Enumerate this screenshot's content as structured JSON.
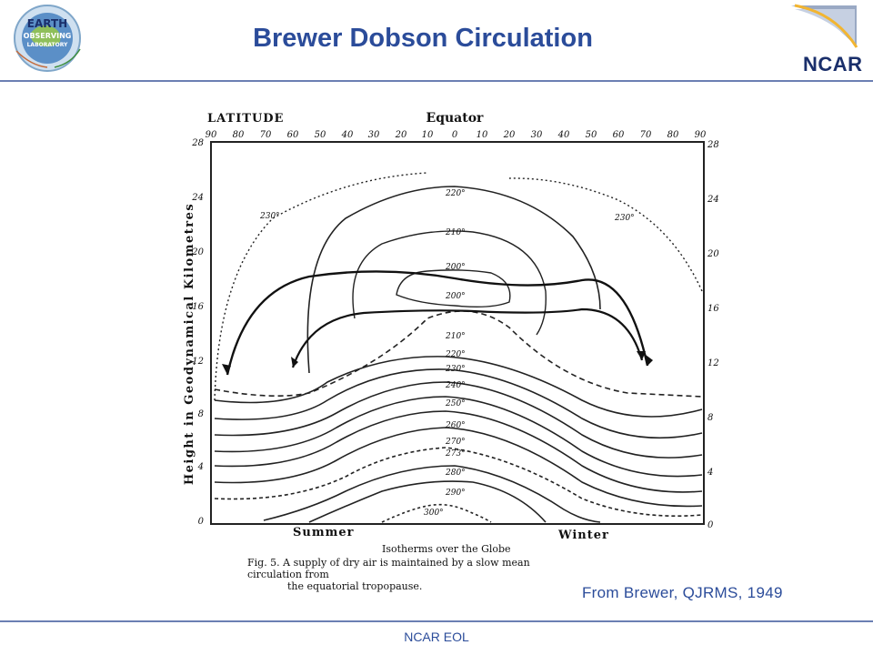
{
  "slide": {
    "title": "Brewer Dobson Circulation",
    "citation": "From Brewer, QJRMS, 1949",
    "footer": "NCAR EOL"
  },
  "logos": {
    "left": {
      "line1": "EARTH",
      "line2": "OBSERVING",
      "line3": "LABORATORY",
      "icon": "globe-icon"
    },
    "right": {
      "text": "NCAR",
      "icon": "ncar-swoosh-icon"
    }
  },
  "figure": {
    "top_left_label": "LATITUDE",
    "top_center_label": "Equator",
    "latitude_ticks": [
      "90",
      "80",
      "70",
      "60",
      "50",
      "40",
      "30",
      "20",
      "10",
      "0",
      "10",
      "20",
      "30",
      "40",
      "50",
      "60",
      "70",
      "80",
      "90"
    ],
    "height_ticks_left": [
      "28",
      "24",
      "20",
      "16",
      "12",
      "8",
      "4",
      "0"
    ],
    "height_ticks_right": [
      "28",
      "24",
      "20",
      "16",
      "12",
      "8",
      "4",
      "0"
    ],
    "y_axis_label": "Height in Geodynamical Kilometres",
    "summer_label": "Summer",
    "winter_label": "Winter",
    "isotherm_title": "Isotherms over the Globe",
    "caption_line1": "Fig. 5.  A supply of dry air is maintained by a slow mean circulation from",
    "caption_line2": "the equatorial tropopause.",
    "isotherm_labels": [
      "220°",
      "210°",
      "200°",
      "200°",
      "210°",
      "220°",
      "230°",
      "240°",
      "250°",
      "260°",
      "270°",
      "273°",
      "280°",
      "290°",
      "300°",
      "230°",
      "230°"
    ]
  },
  "colors": {
    "title": "#2b4c9a",
    "rule": "#6b7fb3",
    "ncar": "#1a2f6b"
  }
}
